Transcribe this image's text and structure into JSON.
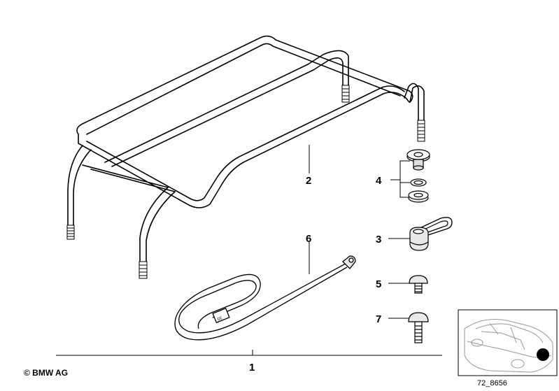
{
  "callouts": {
    "part1": "1",
    "part2": "2",
    "part3": "3",
    "part4": "4",
    "part5": "5",
    "part6": "6",
    "part7": "7"
  },
  "footer": {
    "copyright": "© BMW AG",
    "diagram_ref": "72_8656"
  }
}
